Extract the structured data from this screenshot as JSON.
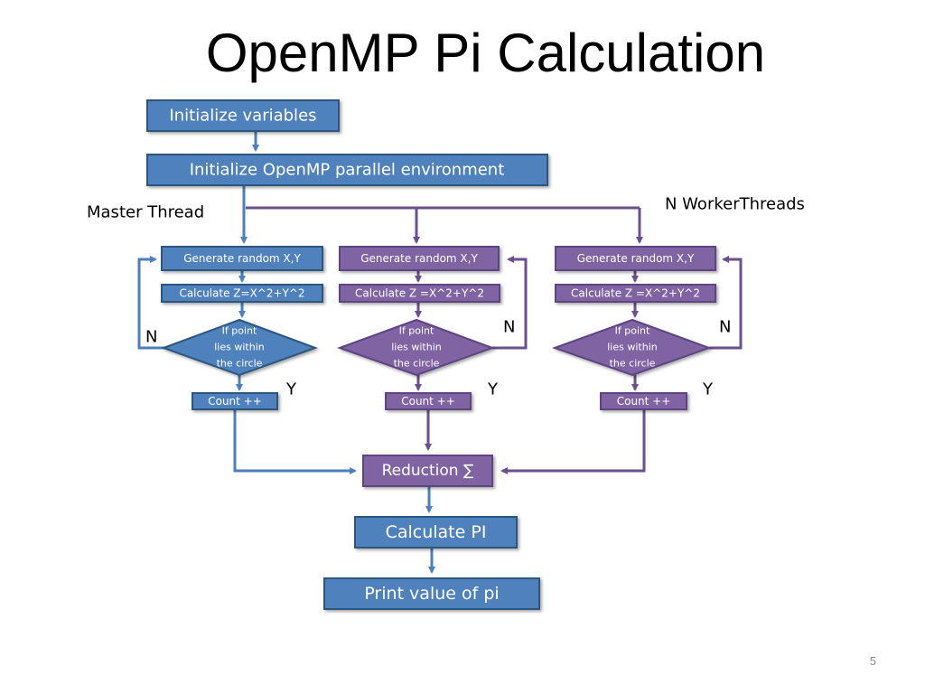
{
  "title": "OpenMP Pi Calculation",
  "page_number": "5",
  "colors": {
    "blue_fill": "#4f81bd",
    "blue_stroke": "#2a5680",
    "blue_line": "#4a7fc0",
    "purple_fill": "#8064a2",
    "purple_stroke": "#5c4480",
    "purple_line": "#6b4f8e"
  },
  "steps": {
    "init_vars": "Initialize variables",
    "init_omp": "Initialize OpenMP parallel environment",
    "reduction": "Reduction ∑",
    "calc_pi": "Calculate PI",
    "print_pi": "Print  value of pi"
  },
  "labels": {
    "master": "Master Thread",
    "workers": "N WorkerThreads"
  },
  "master": {
    "generate": "Generate random X,Y",
    "calc_z": "Calculate Z=X^2+Y^2",
    "decision": [
      "If point",
      "lies within",
      "the circle"
    ],
    "count": "Count ++",
    "no": "N",
    "yes": "Y"
  },
  "worker1": {
    "generate": "Generate random X,Y",
    "calc_z": "Calculate Z =X^2+Y^2",
    "decision": [
      "If point",
      "lies within",
      "the circle"
    ],
    "count": "Count ++",
    "no": "N",
    "yes": "Y"
  },
  "worker2": {
    "generate": "Generate random X,Y",
    "calc_z": "Calculate Z =X^2+Y^2",
    "decision": [
      "If point",
      "lies within",
      "the circle"
    ],
    "count": "Count ++",
    "no": "N",
    "yes": "Y"
  }
}
